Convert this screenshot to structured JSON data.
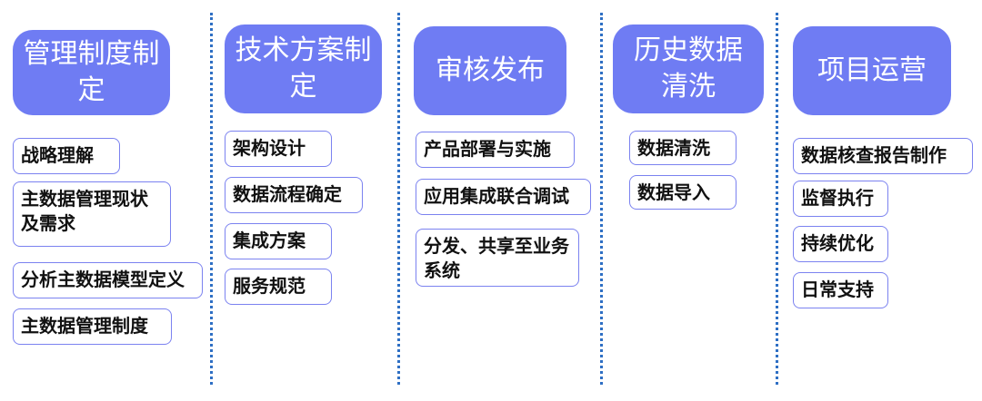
{
  "columns": [
    {
      "header": "管理制度制定",
      "items": [
        "战略理解",
        "主数据管理现状及需求",
        "分析主数据模型定义",
        "主数据管理制度"
      ]
    },
    {
      "header": "技术方案制定",
      "items": [
        "架构设计",
        "数据流程确定",
        "集成方案",
        "服务规范"
      ]
    },
    {
      "header": "审核发布",
      "items": [
        "产品部署与实施",
        "应用集成联合调试",
        "分发、共享至业务系统"
      ]
    },
    {
      "header": "历史数据清洗",
      "items": [
        "数据清洗",
        "数据导入"
      ]
    },
    {
      "header": "项目运营",
      "items": [
        "数据核查报告制作",
        "监督执行",
        "持续优化",
        "日常支持"
      ]
    }
  ],
  "colors": {
    "header_fill": "#6f7cf3",
    "item_border": "#7b82f0",
    "divider": "#2e6fc4"
  }
}
